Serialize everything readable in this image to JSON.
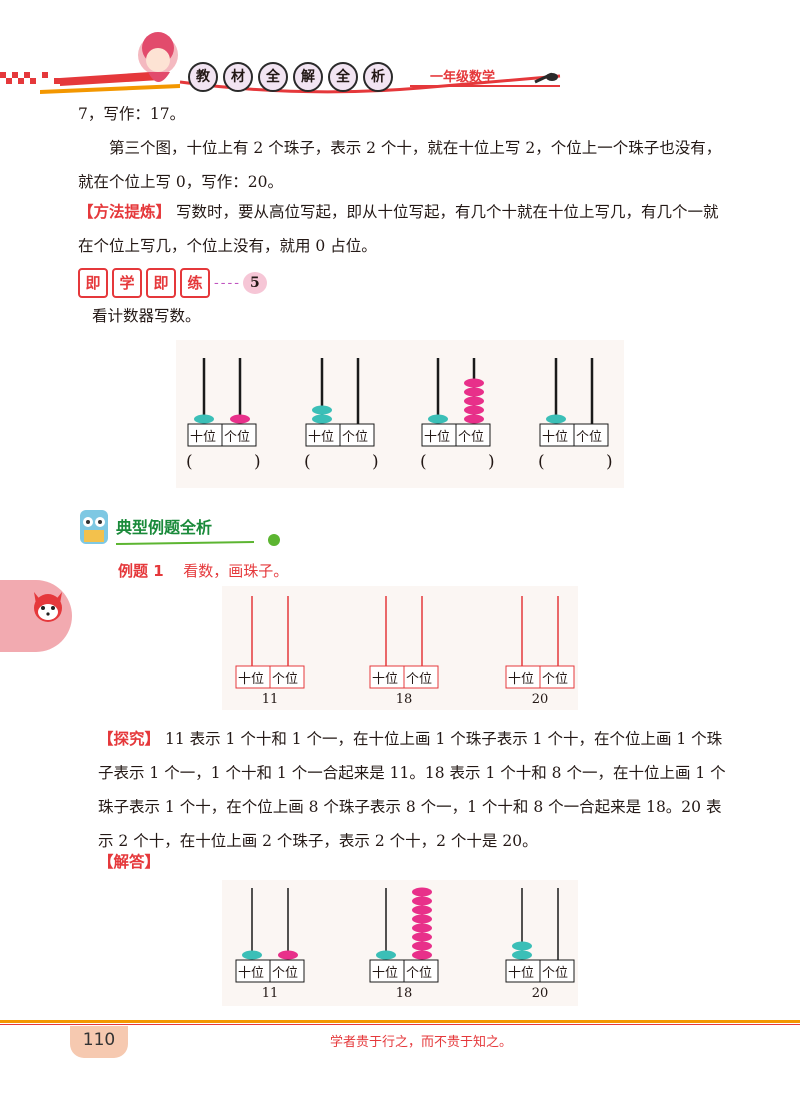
{
  "header": {
    "title_chars": [
      "教",
      "材",
      "全",
      "解",
      "全",
      "析"
    ],
    "subtitle": "一年级数学"
  },
  "intro": {
    "line1": "7，写作：17。",
    "para2": "第三个图，十位上有 2 个珠子，表示 2 个十，就在十位上写 2，个位上一个珠子也没有，就在个位上写 0，写作：20。",
    "method_tag": "【方法提炼】",
    "method_text": "写数时，要从高位写起，即从十位写起，有几个十就在十位上写几，有几个一就在个位上写几，个位上没有，就用 0 占位。"
  },
  "practice": {
    "title_chars": [
      "即",
      "学",
      "即",
      "练"
    ],
    "number": "5",
    "instruction": "看计数器写数。",
    "counters": [
      {
        "tens": 1,
        "ones": 1
      },
      {
        "tens": 2,
        "ones": 0
      },
      {
        "tens": 1,
        "ones": 5
      },
      {
        "tens": 1,
        "ones": 0
      }
    ],
    "paren_left": "(",
    "paren_right": ")"
  },
  "labels": {
    "tens": "十位",
    "ones": "个位"
  },
  "section": {
    "title": "典型例题全析",
    "example_label": "例题 1",
    "example_text": "看数，画珠子。"
  },
  "example": {
    "numbers": [
      "11",
      "18",
      "20"
    ]
  },
  "explore": {
    "tag": "【探究】",
    "text": "11 表示 1 个十和 1 个一，在十位上画 1 个珠子表示 1 个十，在个位上画 1 个珠子表示 1 个一，1 个十和 1 个一合起来是 11。18 表示 1 个十和 8 个一，在十位上画 1 个珠子表示 1 个十，在个位上画 8 个珠子表示 8 个一，1 个十和 8 个一合起来是 18。20 表示 2 个十，在十位上画 2 个珠子，表示 2 个十，2 个十是 20。"
  },
  "answer": {
    "tag": "【解答】",
    "counters": [
      {
        "tens": 1,
        "ones": 1,
        "label": "11"
      },
      {
        "tens": 1,
        "ones": 8,
        "label": "18"
      },
      {
        "tens": 2,
        "ones": 0,
        "label": "20"
      }
    ]
  },
  "footer": {
    "page_number": "110",
    "motto": "学者贵于行之，而不贵于知之。"
  },
  "colors": {
    "accent": "#e5383b",
    "orange": "#f39700",
    "teal_bead": "#3bbfb7",
    "pink_bead": "#e8308a"
  }
}
